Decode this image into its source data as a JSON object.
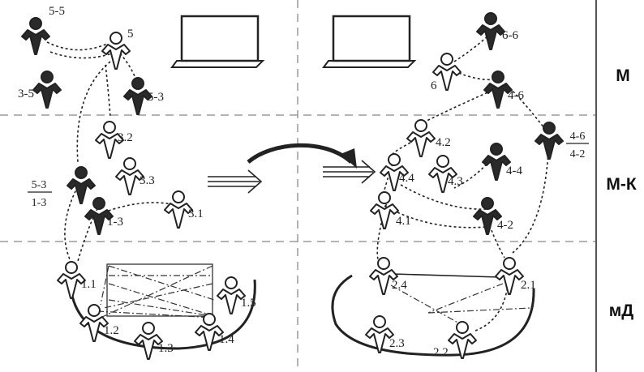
{
  "zones": [
    "М",
    "М-К",
    "мД"
  ],
  "actors": [
    {
      "id": "a55",
      "label": "5-5",
      "fill": "dark"
    },
    {
      "id": "a5",
      "label": "5",
      "fill": "light"
    },
    {
      "id": "a35",
      "label": "3-5",
      "fill": "dark"
    },
    {
      "id": "a53",
      "label": "5-3",
      "fill": "dark"
    },
    {
      "id": "a32",
      "label": "3.2",
      "fill": "light"
    },
    {
      "id": "a33",
      "label": "3.3",
      "fill": "light"
    },
    {
      "id": "a31",
      "label": "3.1",
      "fill": "light"
    },
    {
      "id": "a13",
      "label": "1-3",
      "fill": "dark"
    },
    {
      "id": "a53b",
      "label": "",
      "fill": "dark"
    },
    {
      "id": "a11",
      "label": "1.1",
      "fill": "light"
    },
    {
      "id": "a12",
      "label": "1.2",
      "fill": "light"
    },
    {
      "id": "a13b",
      "label": "1.3",
      "fill": "light"
    },
    {
      "id": "a14",
      "label": "1.4",
      "fill": "light"
    },
    {
      "id": "a15",
      "label": "1.5",
      "fill": "light"
    },
    {
      "id": "a66",
      "label": "6-6",
      "fill": "dark"
    },
    {
      "id": "a6",
      "label": "6",
      "fill": "light"
    },
    {
      "id": "a46",
      "label": "4-6",
      "fill": "dark"
    },
    {
      "id": "a46b",
      "label": "",
      "fill": "dark"
    },
    {
      "id": "a42",
      "label": "4.2",
      "fill": "light"
    },
    {
      "id": "a44",
      "label": "4.4",
      "fill": "light"
    },
    {
      "id": "a43",
      "label": "4.3",
      "fill": "light"
    },
    {
      "id": "a44d",
      "label": "4-4",
      "fill": "dark"
    },
    {
      "id": "a41",
      "label": "4.1",
      "fill": "light"
    },
    {
      "id": "a42d",
      "label": "4-2",
      "fill": "dark"
    },
    {
      "id": "a24",
      "label": "2.4",
      "fill": "light"
    },
    {
      "id": "a21",
      "label": "2.1",
      "fill": "light"
    },
    {
      "id": "a23",
      "label": "2.3",
      "fill": "light"
    },
    {
      "id": "a22",
      "label": "2.2",
      "fill": "light"
    }
  ],
  "fractions": [
    {
      "id": "f-left",
      "top": "5-3",
      "bottom": "1-3"
    },
    {
      "id": "f-right",
      "top": "4-6",
      "bottom": "4-2"
    }
  ]
}
